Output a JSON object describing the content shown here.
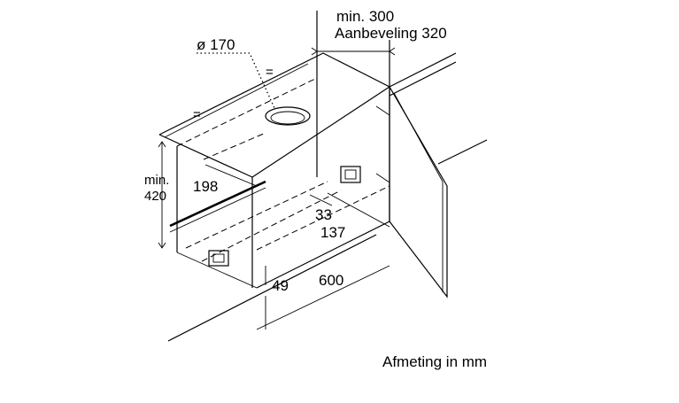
{
  "dimensions": {
    "top_min": "min. 300",
    "top_recommended": "Aanbeveling 320",
    "duct_diameter": "ø 170",
    "equal_left": "=",
    "equal_right": "=",
    "height_min": "min.",
    "height_value": "420",
    "depth_198": "198",
    "offset_33": "33",
    "offset_137": "137",
    "offset_49": "49",
    "width_600": "600"
  },
  "caption": "Afmeting in mm"
}
